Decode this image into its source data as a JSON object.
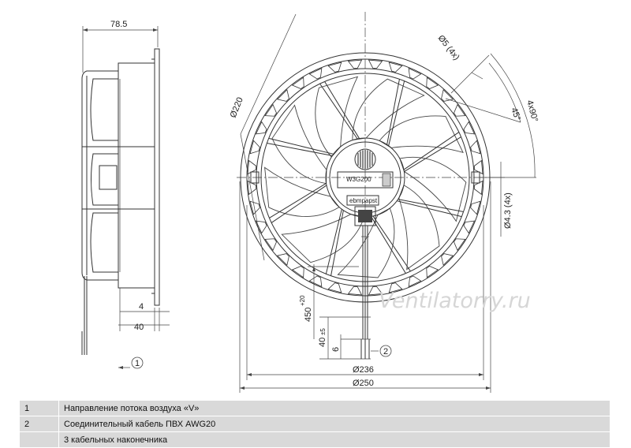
{
  "dimensions": {
    "side_width": "78.5",
    "side_4": "4",
    "side_40": "40",
    "d220": "Ø220",
    "d5": "Ø5 (4x)",
    "angle45": "45°",
    "angle4x90": "4x90°",
    "d43": "Ø4.3 (4x)",
    "cable_len": "450",
    "cable_tol": "+20",
    "strip_40": "40",
    "strip_tol": "±5",
    "strip_6": "6",
    "d236": "Ø236",
    "d250": "Ø250"
  },
  "callouts": {
    "c1": "1",
    "c2": "2"
  },
  "hub_label": "W3G200",
  "hub_brand": "ebmpapst",
  "watermark": "Ventilatorry.ru",
  "legend": [
    {
      "num": "1",
      "text": "Направление потока воздуха «V»"
    },
    {
      "num": "2",
      "text": "Соединительный кабель ПВХ AWG20"
    },
    {
      "num": "",
      "text": "3 кабельных наконечника"
    }
  ]
}
